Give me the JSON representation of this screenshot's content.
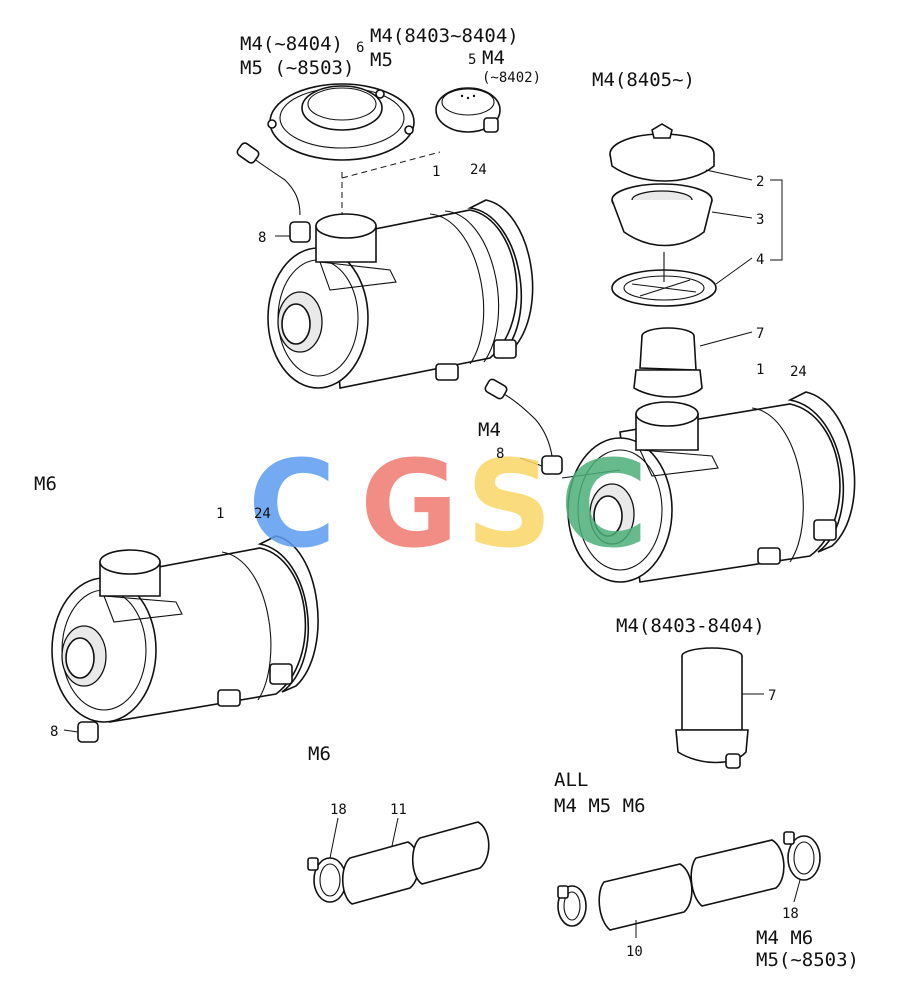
{
  "watermark": {
    "letters": [
      "C",
      "G",
      "S",
      "C"
    ],
    "colors": [
      "#5b9cf0",
      "#f07a72",
      "#fbd667",
      "#4caf78"
    ]
  },
  "labels": {
    "m4_8404": "M4(~8404)",
    "m5_8503_top": "M5 (~8503)",
    "num_6": "6",
    "m4_8403_8404_top": "M4(8403~8404)",
    "m5_top": "M5",
    "num_5": "5",
    "m4_top_right": "M4",
    "range_8402": "(~8402)",
    "m4_8405": "M4(8405~)",
    "num_8_top": "8",
    "num_1_top": "1",
    "num_24_top": "24",
    "num_2": "2",
    "num_3": "3",
    "num_4": "4",
    "num_7_mid": "7",
    "num_1_mid": "1",
    "num_24_mid": "24",
    "m4_mid": "M4",
    "num_8_mid": "8",
    "m6_left": "M6",
    "num_1_left": "1",
    "num_24_left": "24",
    "num_8_left": "8",
    "m4_8403_8404_low": "M4(8403-8404)",
    "num_7_low": "7",
    "m6_hose": "M6",
    "num_18_left": "18",
    "num_11": "11",
    "all": "ALL",
    "all_models": "M4 M5 M6",
    "num_10": "10",
    "num_18_right": "18",
    "m4_m6_bottom": "M4 M6",
    "m5_8503_bottom": "M5(~8503)"
  }
}
